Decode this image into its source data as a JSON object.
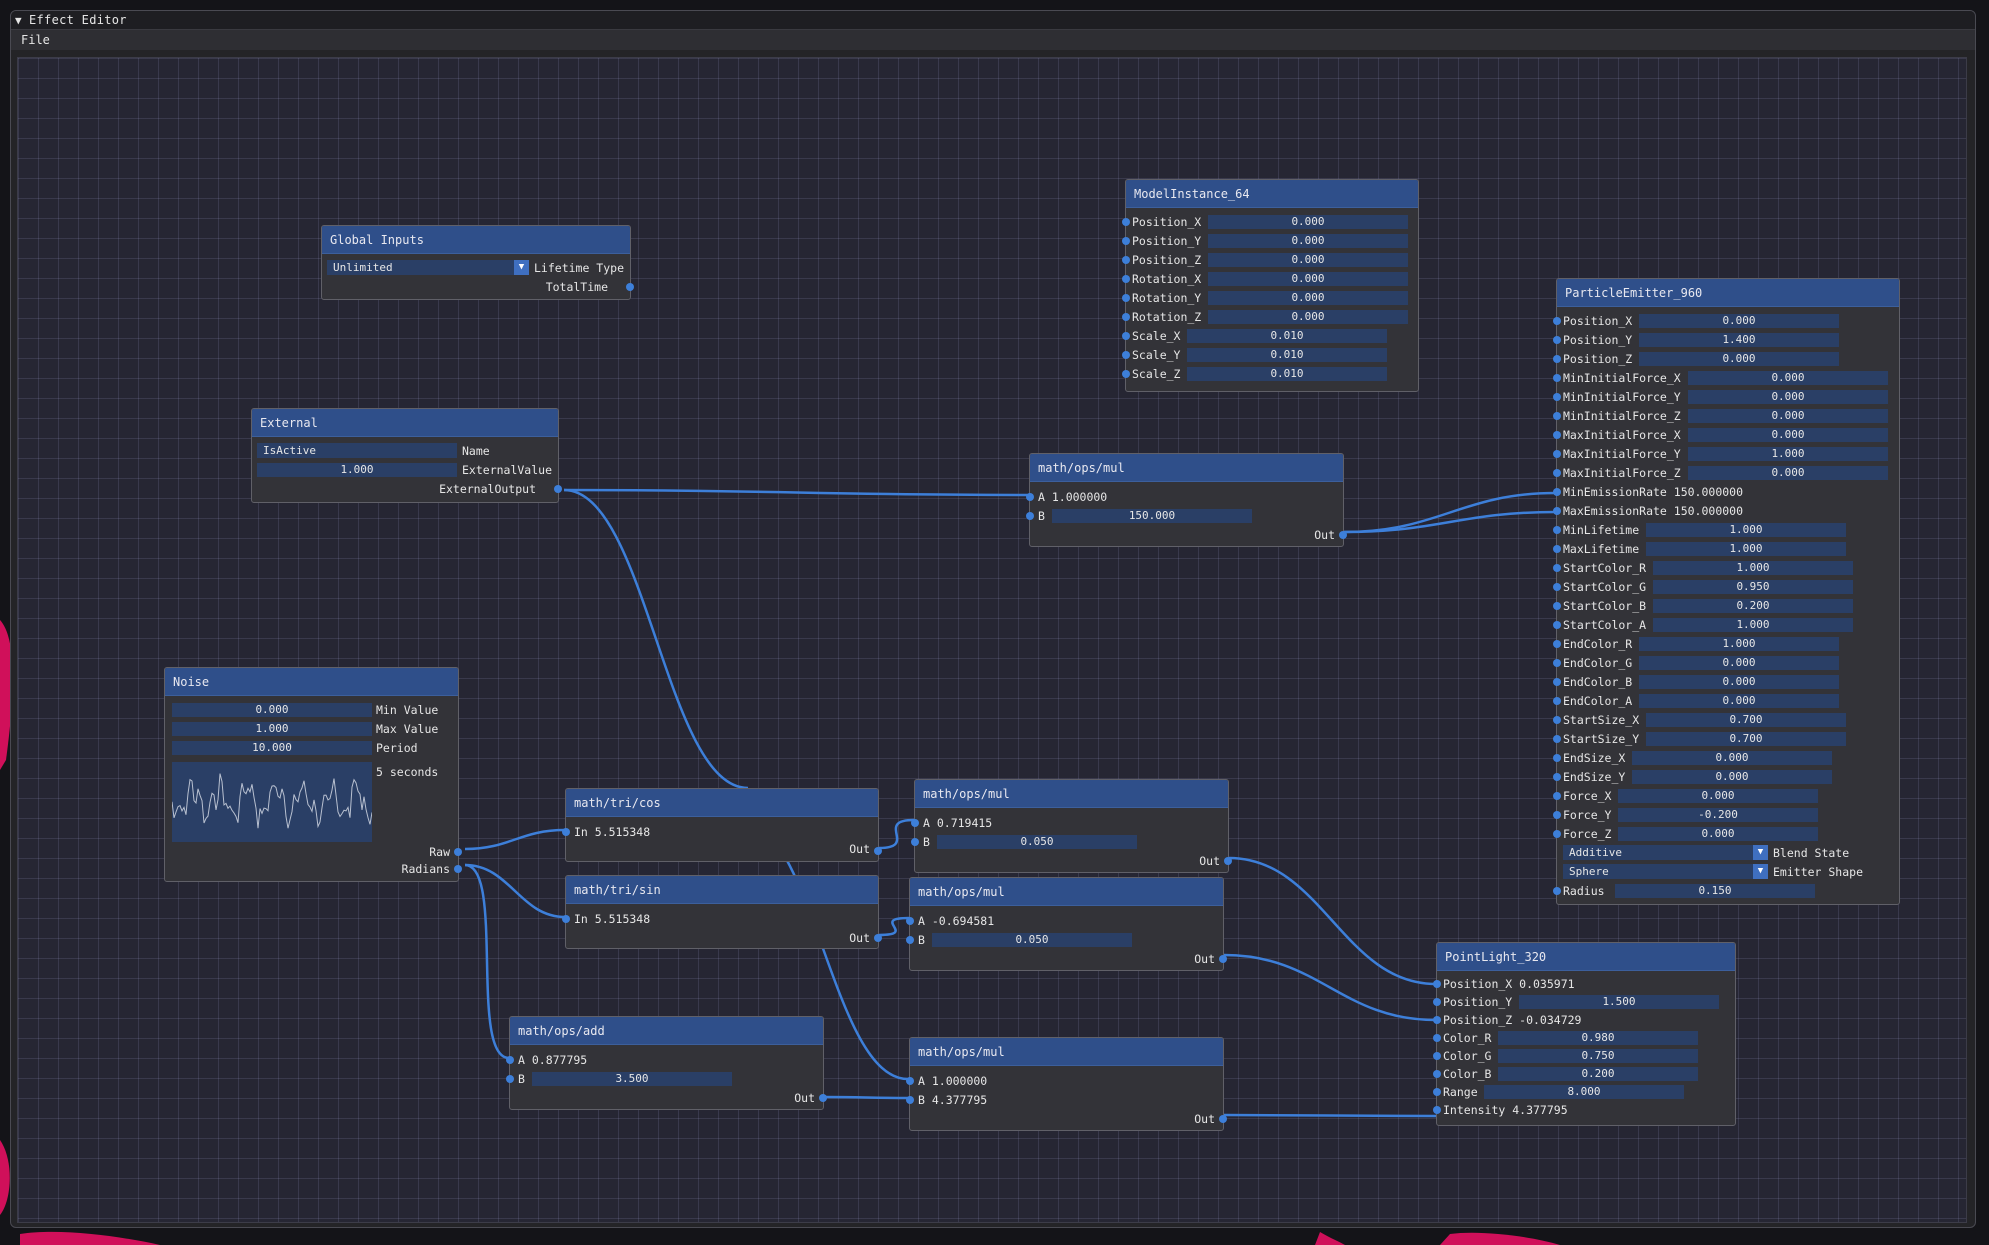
{
  "window": {
    "title": "Effect Editor",
    "menu": [
      "File"
    ]
  },
  "colors": {
    "node_header": "#2f4f8a",
    "link": "#3d7fd9",
    "field_bg": "#2a3f66",
    "canvas_bg": "#262633"
  },
  "nodes": {
    "global_inputs": {
      "title": "Global Inputs",
      "lifetime_type_value": "Unlimited",
      "lifetime_type_label": "Lifetime Type",
      "total_time_label": "TotalTime"
    },
    "external": {
      "title": "External",
      "is_active_label": "IsActive",
      "name_label": "Name",
      "external_value": "1.000",
      "external_value_label": "ExternalValue",
      "external_output_label": "ExternalOutput"
    },
    "noise": {
      "title": "Noise",
      "min_value": "0.000",
      "min_value_label": "Min Value",
      "max_value": "1.000",
      "max_value_label": "Max Value",
      "period": "10.000",
      "period_label": "Period",
      "plot_label": "5 seconds",
      "raw_label": "Raw",
      "radians_label": "Radians"
    },
    "tri_cos": {
      "title": "math/tri/cos",
      "in_label": "In 5.515348",
      "out_label": "Out"
    },
    "tri_sin": {
      "title": "math/tri/sin",
      "in_label": "In 5.515348",
      "out_label": "Out"
    },
    "ops_add": {
      "title": "math/ops/add",
      "a_label": "A 0.877795",
      "b_label": "B",
      "b_value": "3.500",
      "out_label": "Out"
    },
    "mul_emission": {
      "title": "math/ops/mul",
      "a_label": "A 1.000000",
      "b_label": "B",
      "b_value": "150.000",
      "out_label": "Out"
    },
    "mul_cos": {
      "title": "math/ops/mul",
      "a_label": "A 0.719415",
      "b_label": "B",
      "b_value": "0.050",
      "out_label": "Out"
    },
    "mul_sin": {
      "title": "math/ops/mul",
      "a_label": "A -0.694581",
      "b_label": "B",
      "b_value": "0.050",
      "out_label": "Out"
    },
    "mul_intensity": {
      "title": "math/ops/mul",
      "a_label": "A 1.000000",
      "b_label": "B 4.377795",
      "out_label": "Out"
    },
    "model_instance": {
      "title": "ModelInstance_64",
      "rows": [
        {
          "label": "Position_X",
          "value": "0.000"
        },
        {
          "label": "Position_Y",
          "value": "0.000"
        },
        {
          "label": "Position_Z",
          "value": "0.000"
        },
        {
          "label": "Rotation_X",
          "value": "0.000"
        },
        {
          "label": "Rotation_Y",
          "value": "0.000"
        },
        {
          "label": "Rotation_Z",
          "value": "0.000"
        },
        {
          "label": "Scale_X",
          "value": "0.010"
        },
        {
          "label": "Scale_Y",
          "value": "0.010"
        },
        {
          "label": "Scale_Z",
          "value": "0.010"
        }
      ]
    },
    "particle_emitter": {
      "title": "ParticleEmitter_960",
      "rows": [
        {
          "label": "Position_X",
          "value": "0.000"
        },
        {
          "label": "Position_Y",
          "value": "1.400"
        },
        {
          "label": "Position_Z",
          "value": "0.000"
        },
        {
          "label": "MinInitialForce_X",
          "value": "0.000"
        },
        {
          "label": "MinInitialForce_Y",
          "value": "0.000"
        },
        {
          "label": "MinInitialForce_Z",
          "value": "0.000"
        },
        {
          "label": "MaxInitialForce_X",
          "value": "0.000"
        },
        {
          "label": "MaxInitialForce_Y",
          "value": "1.000"
        },
        {
          "label": "MaxInitialForce_Z",
          "value": "0.000"
        },
        {
          "label": "MinEmissionRate 150.000000",
          "value": ""
        },
        {
          "label": "MaxEmissionRate 150.000000",
          "value": ""
        },
        {
          "label": "MinLifetime",
          "value": "1.000"
        },
        {
          "label": "MaxLifetime",
          "value": "1.000"
        },
        {
          "label": "StartColor_R",
          "value": "1.000"
        },
        {
          "label": "StartColor_G",
          "value": "0.950"
        },
        {
          "label": "StartColor_B",
          "value": "0.200"
        },
        {
          "label": "StartColor_A",
          "value": "1.000"
        },
        {
          "label": "EndColor_R",
          "value": "1.000"
        },
        {
          "label": "EndColor_G",
          "value": "0.000"
        },
        {
          "label": "EndColor_B",
          "value": "0.000"
        },
        {
          "label": "EndColor_A",
          "value": "0.000"
        },
        {
          "label": "StartSize_X",
          "value": "0.700"
        },
        {
          "label": "StartSize_Y",
          "value": "0.700"
        },
        {
          "label": "EndSize_X",
          "value": "0.000"
        },
        {
          "label": "EndSize_Y",
          "value": "0.000"
        },
        {
          "label": "Force_X",
          "value": "0.000"
        },
        {
          "label": "Force_Y",
          "value": "-0.200"
        },
        {
          "label": "Force_Z",
          "value": "0.000"
        }
      ],
      "blend_state_value": "Additive",
      "blend_state_label": "Blend State",
      "emitter_shape_value": "Sphere",
      "emitter_shape_label": "Emitter Shape",
      "radius_label": "Radius",
      "radius_value": "0.150"
    },
    "point_light": {
      "title": "PointLight_320",
      "rows": [
        {
          "label": "Position_X 0.035971",
          "value": ""
        },
        {
          "label": "Position_Y",
          "value": "1.500"
        },
        {
          "label": "Position_Z -0.034729",
          "value": ""
        },
        {
          "label": "Color_R",
          "value": "0.980"
        },
        {
          "label": "Color_G",
          "value": "0.750"
        },
        {
          "label": "Color_B",
          "value": "0.200"
        },
        {
          "label": "Range",
          "value": "8.000"
        },
        {
          "label": "Intensity 4.377795",
          "value": ""
        }
      ]
    }
  }
}
